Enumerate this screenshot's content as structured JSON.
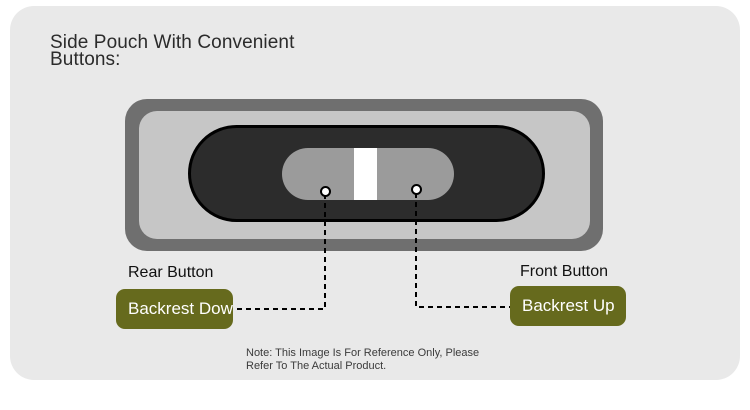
{
  "title": {
    "line1": "Side Pouch With Convenient",
    "line2": "Buttons:"
  },
  "rear": {
    "heading": "Rear Button",
    "tag": "Backrest Dow"
  },
  "front": {
    "heading": "Front Button",
    "tag": "Backrest Up"
  },
  "note": {
    "line1": "Note: This Image Is For Reference Only, Please",
    "line2": "Refer To The Actual Product."
  },
  "colors": {
    "card_background": "#e9e9e9",
    "pouch_frame": "#6f6f6f",
    "pouch_panel": "#c6c6c6",
    "button_body": "#2c2c2c",
    "rocker_switch": "#9b9b9b",
    "tag_green": "#666a1d"
  }
}
